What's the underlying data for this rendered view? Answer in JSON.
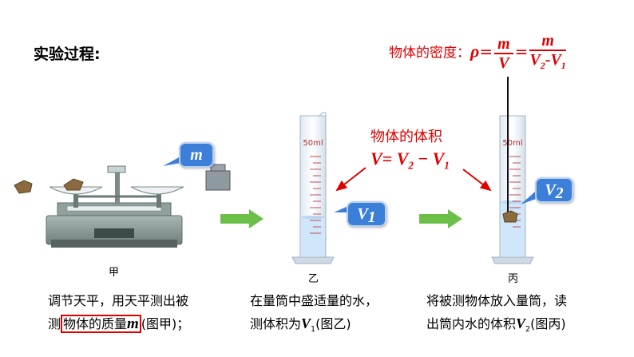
{
  "title": "实验过程:",
  "density_formula": {
    "label": "物体的密度：",
    "rho": "ρ",
    "eq": "=",
    "m": "m",
    "V": "V",
    "V2": "V",
    "sub2": "2",
    "minus": "-",
    "V1": "V",
    "sub1": "1"
  },
  "volume_formula": {
    "label": "物体的体积",
    "V": "V",
    "eq": "=",
    "V2": "V",
    "sub2": "2",
    "minus": "−",
    "V1": "V",
    "sub1": "1"
  },
  "bubbles": {
    "mass": "m",
    "v1": "V",
    "v1_sub": "1",
    "v2": "V",
    "v2_sub": "2"
  },
  "cylinder_scale": "50ml",
  "captions": {
    "a": "甲",
    "b": "乙",
    "c": "丙"
  },
  "steps": {
    "a_line1": "调节天平，用天平测出被",
    "a_line2_pre": "测",
    "a_line2_box": "物体的质量",
    "a_line2_m": "m",
    "a_line2_post": "(图甲)；",
    "b_line1": "在量筒中盛适量的水，",
    "b_line2_pre": "测体积为",
    "b_line2_V": "V",
    "b_line2_sub": "1",
    "b_line2_post": "(图乙)",
    "c_line1": "将被测物体放入量筒，读",
    "c_line2_pre": "出筒内水的体积",
    "c_line2_V": "V",
    "c_line2_sub": "2",
    "c_line2_post": "(图丙)"
  },
  "colors": {
    "accent_red": "#e00000",
    "bubble_blue": "#3b7fd8",
    "arrow_green": "#6cc04a",
    "water": "#cfe6fb"
  }
}
